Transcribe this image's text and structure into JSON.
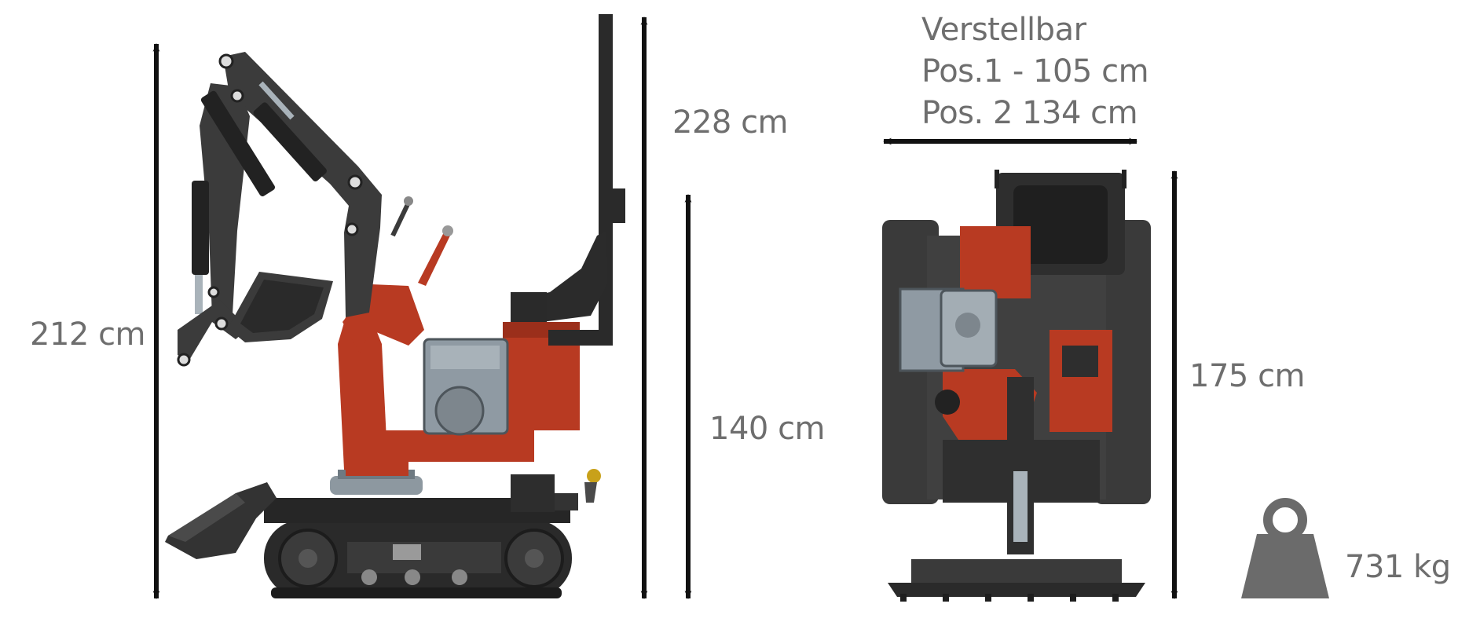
{
  "dimensions": {
    "side_height": "212 cm",
    "side_total_height": "228 cm",
    "side_seat_height": "140 cm",
    "front_height": "175 cm",
    "weight": "731 kg"
  },
  "adjustable": {
    "title": "Verstellbar",
    "pos1": "Pos.1 - 105 cm",
    "pos2": "Pos. 2  134 cm"
  },
  "colors": {
    "machine_red": "#b83a22",
    "machine_dark": "#3b3b3b",
    "track_black": "#2a2a2a",
    "engine_grey": "#8f9aa3",
    "weight_icon": "#6b6b6b",
    "text_grey": "#6e6e6e"
  },
  "icons": [
    "dimension-arrow",
    "weight-icon"
  ]
}
